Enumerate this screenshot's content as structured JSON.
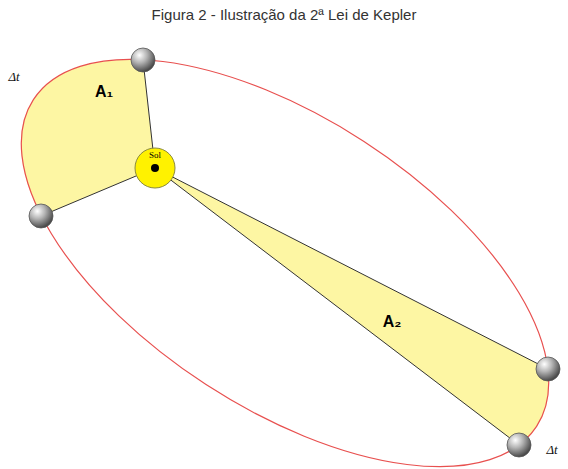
{
  "diagram": {
    "title": "Figura 2 - Ilustração da 2ª Lei de Kepler",
    "labels": [
      "Δt",
      "A₁",
      "Sol",
      "A₂",
      "Δt"
    ]
  }
}
